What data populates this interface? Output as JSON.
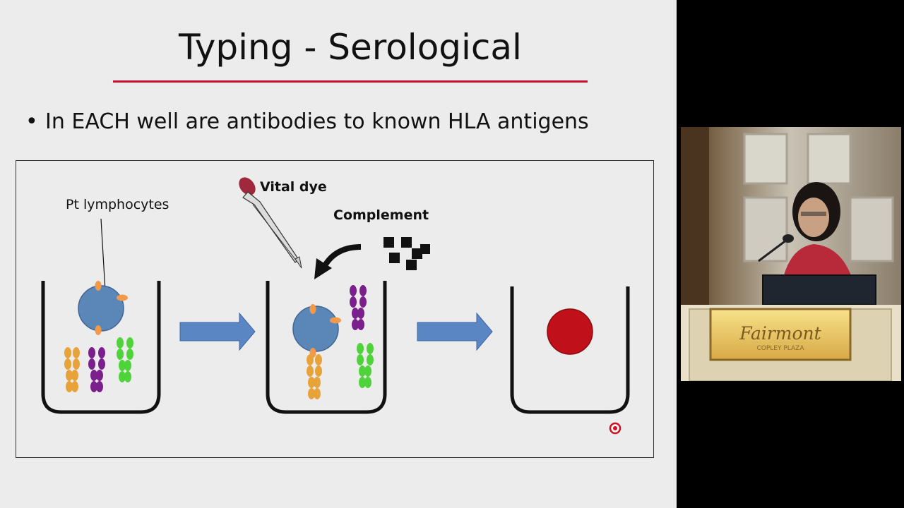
{
  "slide": {
    "title": "Typing - Serological",
    "bullet_marker": "•",
    "bullet": "In EACH well are antibodies to known HLA antigens",
    "diagram": {
      "label_lymphocytes": "Pt lymphocytes",
      "label_dye": "Vital dye",
      "label_complement": "Complement"
    }
  },
  "video": {
    "podium_brand": "Fairmont",
    "podium_sub": "COPLEY PLAZA"
  },
  "colors": {
    "title_rule": "#c8102e",
    "cell_blue": "#5b86b8",
    "antigen_orange": "#f39a4a",
    "antibody_orange": "#e8a23a",
    "antibody_purple": "#7a1f8c",
    "antibody_green": "#4fd33a",
    "arrow_blue": "#5b86c4",
    "dead_cell_red": "#c0101a",
    "dropper_tip": "#a0283c"
  },
  "icons": [
    "pipette-icon",
    "curved-arrow-icon",
    "complement-squares-icon",
    "laser-pointer-icon"
  ]
}
